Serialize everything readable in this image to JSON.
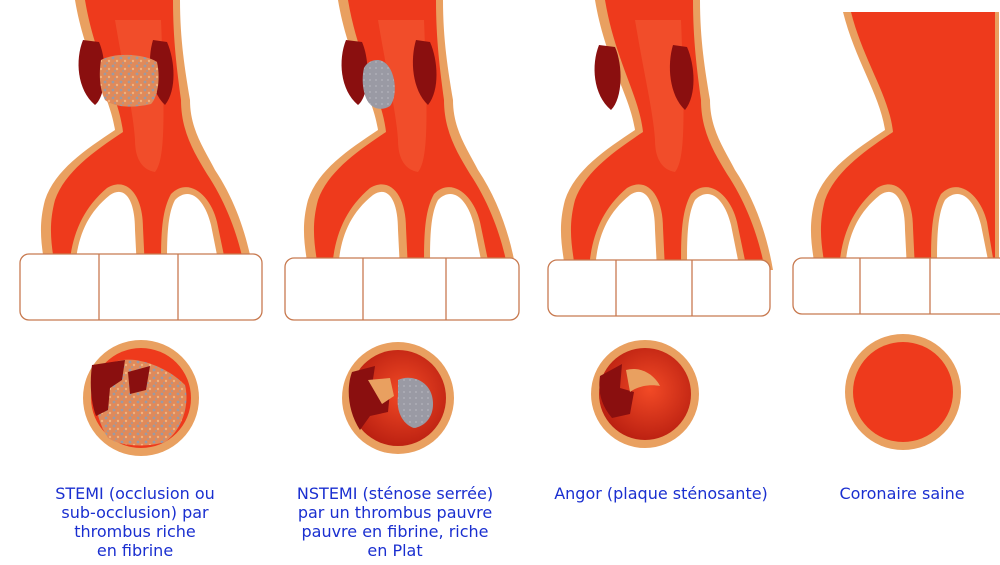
{
  "palette": {
    "artery": "#ee3a1c",
    "artery_dark": "#c42810",
    "wall": "#e9a060",
    "plaque_dark": "#8a0f0f",
    "thrombus_fibrin": "#e08a5a",
    "thrombus_plat": "#9a9aa4",
    "caption_text": "#1a2fd0",
    "box_border": "#c87a50"
  },
  "panels": [
    {
      "id": "stemi",
      "caption_lines": [
        "STEMI (occlusion ou",
        "sub-occlusion) par",
        "thrombus riche",
        "en fibrine"
      ]
    },
    {
      "id": "nstemi",
      "caption_lines": [
        "NSTEMI (sténose serrée)",
        "par un thrombus pauvre",
        "pauvre en fibrine, riche",
        "en Plat"
      ]
    },
    {
      "id": "angor",
      "caption_lines": [
        "Angor (plaque sténosante)"
      ]
    },
    {
      "id": "saine",
      "caption_lines": [
        "Coronaire saine"
      ]
    }
  ]
}
